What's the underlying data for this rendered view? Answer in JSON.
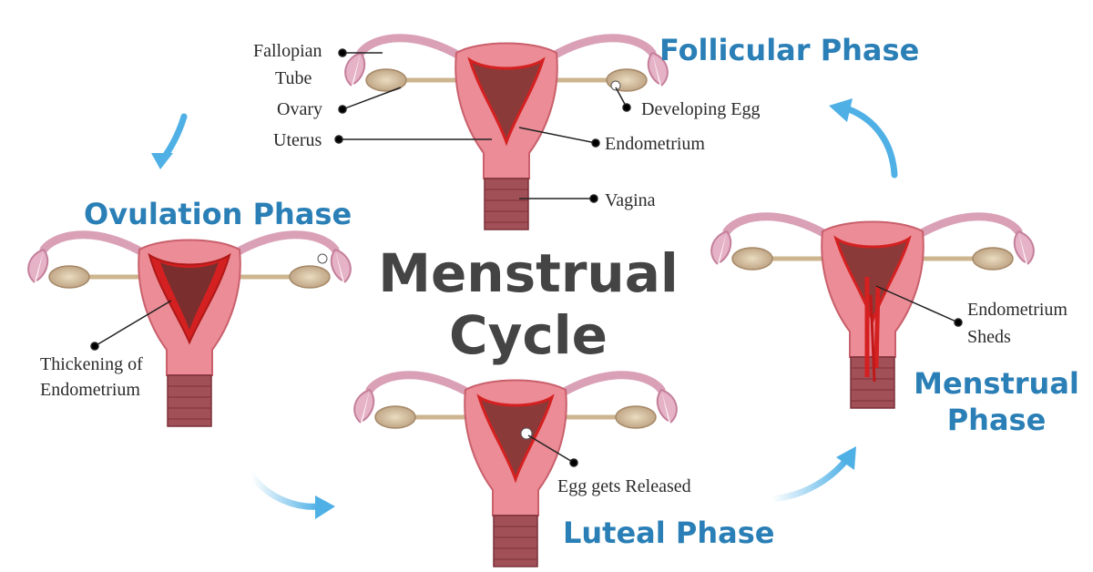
{
  "title": {
    "line1": "Menstrual",
    "line2": "Cycle"
  },
  "phases": {
    "follicular": "Follicular Phase",
    "ovulation": "Ovulation Phase",
    "luteal": "Luteal Phase",
    "menstrual_line1": "Menstrual",
    "menstrual_line2": "Phase"
  },
  "labels": {
    "fallopian_line1": "Fallopian",
    "fallopian_line2": "Tube",
    "ovary": "Ovary",
    "uterus": "Uterus",
    "developing_egg": "Developing Egg",
    "endometrium": "Endometrium",
    "vagina": "Vagina",
    "thickening_line1": "Thickening of",
    "thickening_line2": "Endometrium",
    "egg_released": "Egg gets Released",
    "sheds_line1": "Endometrium",
    "sheds_line2": "Sheds"
  },
  "colors": {
    "phase_title": "#2a7fb6",
    "main_title": "#444444",
    "arrow": "#4fb0e6",
    "tissue": "#eb8c96",
    "lining": "#d42020",
    "cavity": "#8b3a3a",
    "vagina": "#a25058"
  },
  "icons": [
    "cycle-arrow-icon"
  ]
}
